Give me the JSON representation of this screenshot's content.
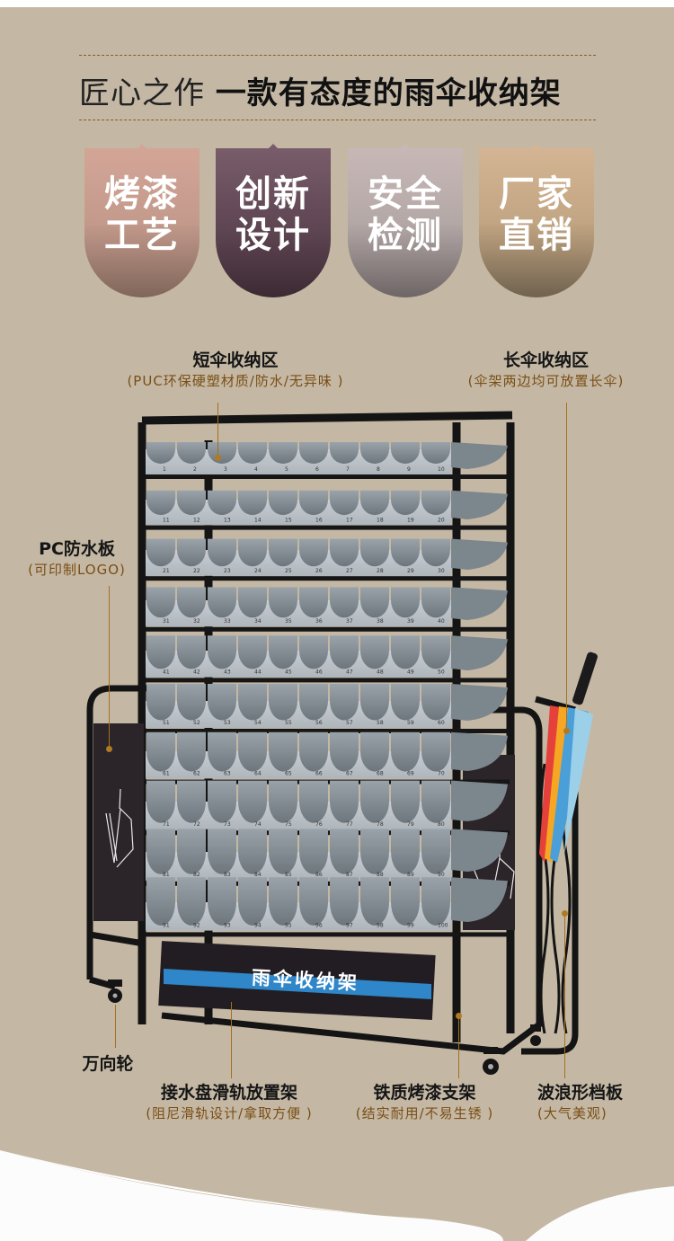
{
  "header": {
    "title_light": "匠心之作",
    "title_bold": "一款有态度的雨伞收纳架"
  },
  "badges": [
    {
      "line1": "烤漆",
      "line2": "工艺",
      "color_top": "#d3a597",
      "color_bottom": "#80665a"
    },
    {
      "line1": "创新",
      "line2": "设计",
      "color_top": "#785c6a",
      "color_bottom": "#3c2a33"
    },
    {
      "line1": "安全",
      "line2": "检测",
      "color_top": "#c7b8b6",
      "color_bottom": "#6e6566"
    },
    {
      "line1": "厂家",
      "line2": "直销",
      "color_top": "#d4b593",
      "color_bottom": "#70624f"
    }
  ],
  "callouts": {
    "short_zone": {
      "title": "短伞收纳区",
      "subtitle": "(PUC环保硬塑材质/防水/无异味 )"
    },
    "long_zone": {
      "title": "长伞收纳区",
      "subtitle": "(伞架两边均可放置长伞)"
    },
    "pc_board": {
      "title": "PC防水板",
      "subtitle": "(可印制LOGO)"
    },
    "caster": {
      "title": "万向轮"
    },
    "drip_tray": {
      "title": "接水盘滑轨放置架",
      "subtitle": "(阻尼滑轨设计/拿取方便 )"
    },
    "iron_frame": {
      "title": "铁质烤漆支架",
      "subtitle": "(结实耐用/不易生锈 )"
    },
    "wave_board": {
      "title": "波浪形档板",
      "subtitle": "(大气美观)"
    }
  },
  "product": {
    "drawer_label": "雨伞收纳架",
    "rows": 10,
    "slots_per_row": 10,
    "slot_numbers_first_row": [
      "1",
      "2",
      "3",
      "4",
      "5",
      "6",
      "7",
      "8",
      "9",
      "10"
    ],
    "slot_numbers_last_row": [
      "91",
      "92",
      "93",
      "94",
      "95",
      "96",
      "97",
      "98",
      "99",
      "100"
    ],
    "colors": {
      "frame": "#1a1a1a",
      "tray": "#8b959c",
      "tray_face": "#c9cfd4",
      "panel": "#2a2428",
      "drawer_stripe": "#2f86c8"
    }
  },
  "colors": {
    "background": "#c4b8a5",
    "accent_line": "#a5701f",
    "subtitle_text": "#7a4e14"
  }
}
